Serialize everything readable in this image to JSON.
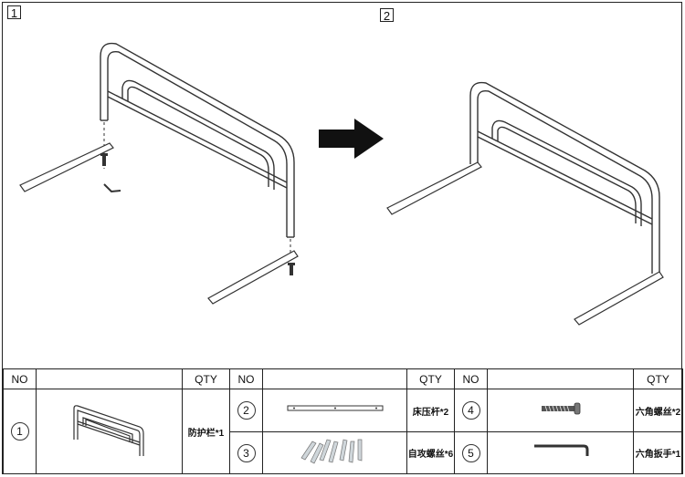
{
  "steps": {
    "step1": "1",
    "step2": "2"
  },
  "table": {
    "headers": {
      "no": "NO",
      "qty": "QTY"
    },
    "items": [
      {
        "no": "1",
        "qty": "防护栏*1"
      },
      {
        "no": "2",
        "qty": "床压杆*2"
      },
      {
        "no": "3",
        "qty": "自攻螺丝*6"
      },
      {
        "no": "4",
        "qty": "六角螺丝*2"
      },
      {
        "no": "5",
        "qty": "六角扳手*1"
      }
    ]
  }
}
